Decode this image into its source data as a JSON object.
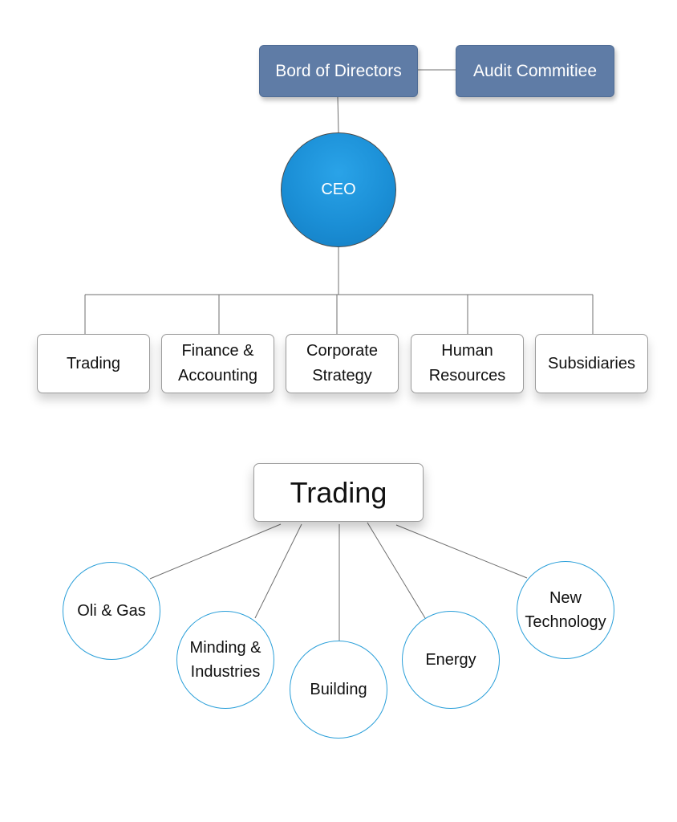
{
  "board": {
    "label": "Bord of Directors",
    "color": "#5f7ca6"
  },
  "audit": {
    "label": "Audit Commitiee"
  },
  "ceo": {
    "label": "CEO",
    "color": "#1b8fd6"
  },
  "departments": [
    {
      "label": "Trading"
    },
    {
      "label": "Finance &\nAccounting"
    },
    {
      "label": "Corporate\nStrategy"
    },
    {
      "label": "Human\nResources"
    },
    {
      "label": "Subsidiaries"
    }
  ],
  "trading": {
    "title": "Trading",
    "sectors": [
      {
        "label": "Oli & Gas"
      },
      {
        "label": "Minding &\nIndustries"
      },
      {
        "label": "Building"
      },
      {
        "label": "Energy"
      },
      {
        "label": "New\nTechnology"
      }
    ],
    "sector_border_color": "#2a9fd9"
  }
}
